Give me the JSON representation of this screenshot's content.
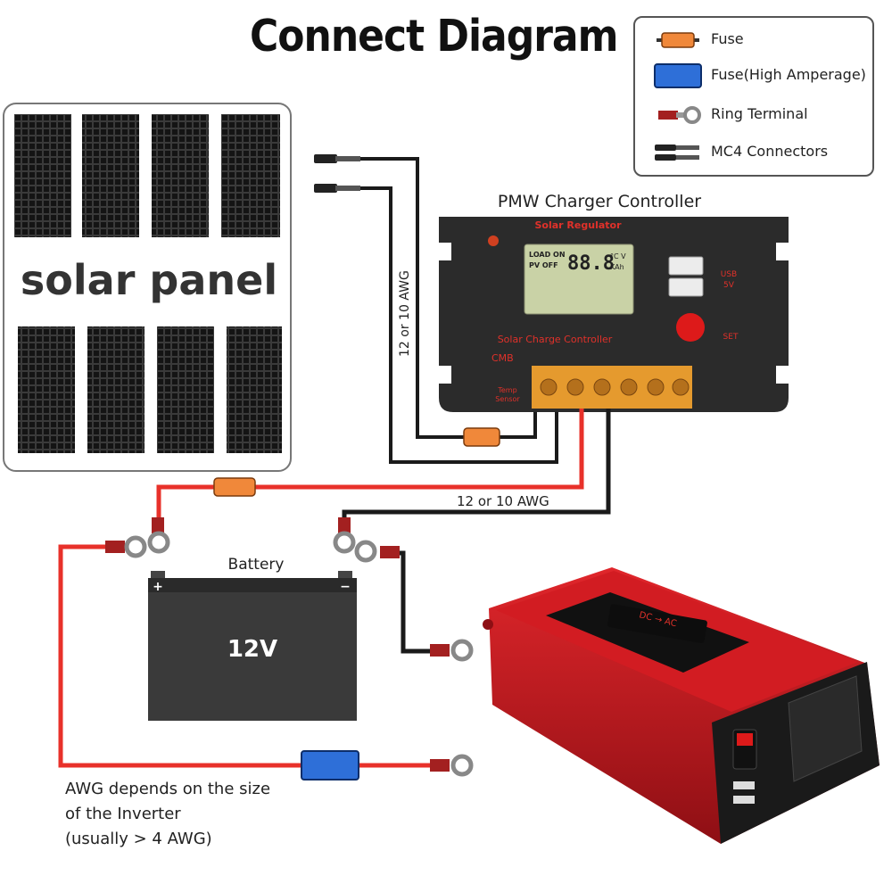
{
  "title": "Connect Diagram",
  "legend": [
    {
      "label": "Fuse",
      "icon": "fuse-icon"
    },
    {
      "label": "Fuse(High Amperage)",
      "icon": "high-amperage-fuse-icon"
    },
    {
      "label": "Ring Terminal",
      "icon": "ring-terminal-icon"
    },
    {
      "label": "MC4 Connectors",
      "icon": "mc4-connector-icon"
    }
  ],
  "solar_panel": {
    "label": "solar panel"
  },
  "controller": {
    "caption": "PMW Charger Controller",
    "brand": "Solar Regulator",
    "name": "Solar Charge Controller",
    "cmb": "CMB",
    "temp": "Temp",
    "sensor": "Sensor",
    "usb": "USB",
    "usb_v": "5V",
    "set": "SET",
    "lcd_load": "LOAD ON",
    "lcd_pv": "PV OFF",
    "lcd_digits": "88.8",
    "lcd_unit_c": "°C V",
    "lcd_unit_k": "KAh"
  },
  "wire_labels": {
    "vertical": "12 or 10 AWG",
    "horizontal": "12 or 10 AWG"
  },
  "battery": {
    "label": "Battery",
    "voltage": "12V",
    "plus": "+",
    "minus": "−"
  },
  "inverter_note": [
    "AWG depends on the size",
    "of the Inverter",
    "(usually  > 4 AWG)"
  ],
  "inverter": {
    "badge": "DC → AC"
  },
  "colors": {
    "wire_red": "#e8312a",
    "wire_black": "#1a1a1a",
    "fuse": "#f0883a",
    "fuse_hi": "#2e6fd8",
    "inverter": "#c4161c",
    "controller": "#2b2b2b"
  }
}
